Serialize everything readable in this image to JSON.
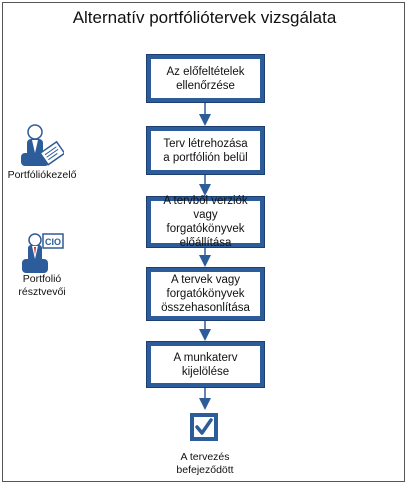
{
  "title": "Alternatív portfóliótervek vizsgálata",
  "steps": [
    "Az előfeltételek\nellenőrzése",
    "Terv létrehozása\na portfólión belül",
    "A tervből verziók vagy\nforgatókönyvek\nelőállítása",
    "A tervek vagy\nforgatókönyvek\nösszehasonlítása",
    "A munkaterv kijelölése"
  ],
  "roles": [
    {
      "label": "Portfóliókezelő",
      "icon": "portfolio-manager-icon"
    },
    {
      "label": "Portfolió\nrésztvevői",
      "icon": "cio-person-icon",
      "badge": "CIO"
    }
  ],
  "end": {
    "label": "A tervezés\nbefejeződött",
    "icon": "checkbox-checked-icon"
  },
  "colors": {
    "box_border": "#2d5c9a",
    "arrow": "#2d5c9a"
  }
}
